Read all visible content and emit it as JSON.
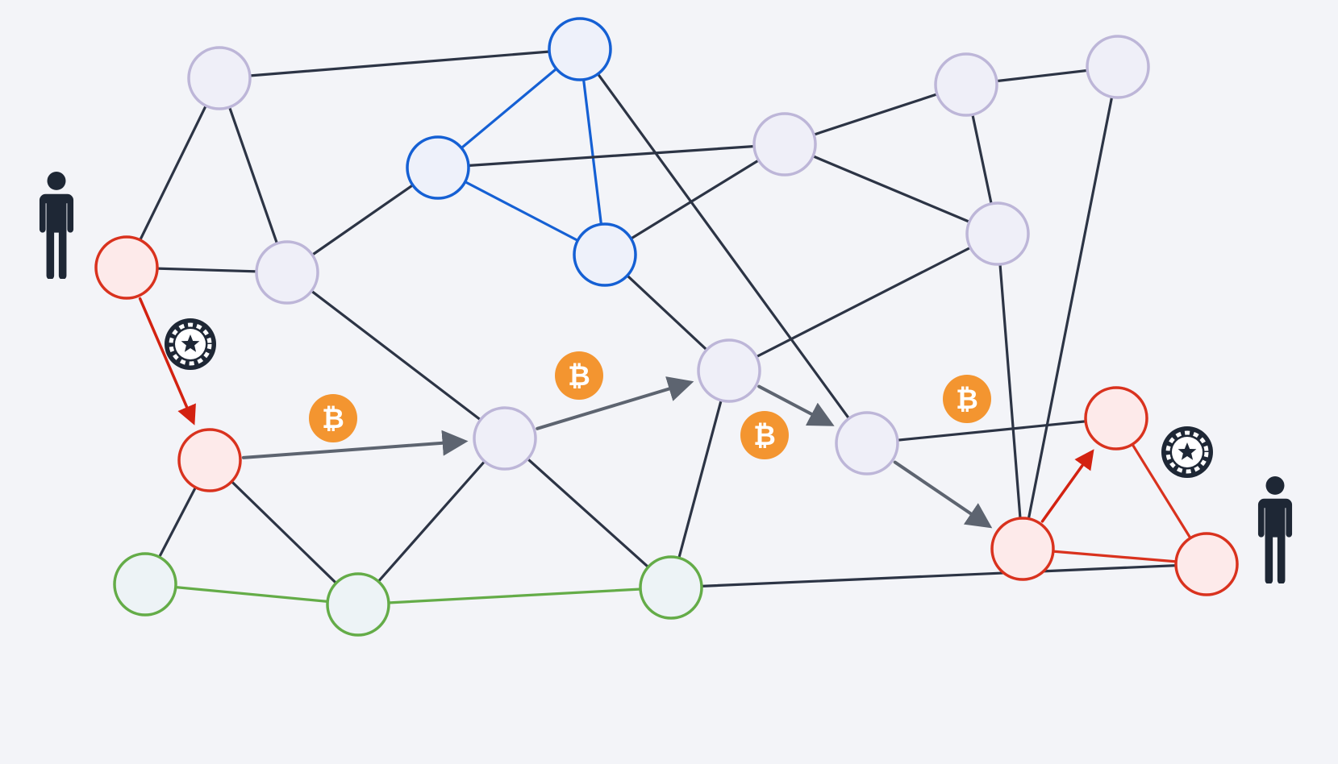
{
  "colors": {
    "background": "#f3f4f8",
    "edge_default": "#2c3445",
    "edge_blue": "#1560d4",
    "edge_green": "#64ac48",
    "edge_red": "#d9321e",
    "node_default_stroke": "#bdb6d8",
    "node_default_fill": "#efeff8",
    "node_blue_stroke": "#1560d4",
    "node_blue_fill": "#eef1fa",
    "node_red_stroke": "#d9321e",
    "node_red_fill": "#fdeaea",
    "node_green_stroke": "#64ac48",
    "node_green_fill": "#edf3f6",
    "payment_arrow": "#5d6470",
    "bitcoin": "#f39530",
    "person": "#1e2735"
  },
  "nodes": [
    {
      "id": "n1",
      "group": "default"
    },
    {
      "id": "n2",
      "group": "blue"
    },
    {
      "id": "n3",
      "group": "blue"
    },
    {
      "id": "n4",
      "group": "blue"
    },
    {
      "id": "n5",
      "group": "default"
    },
    {
      "id": "n6",
      "group": "default"
    },
    {
      "id": "n7",
      "group": "default"
    },
    {
      "id": "n8",
      "group": "default"
    },
    {
      "id": "n9",
      "group": "red"
    },
    {
      "id": "n10",
      "group": "default"
    },
    {
      "id": "n11",
      "group": "red"
    },
    {
      "id": "n12",
      "group": "default"
    },
    {
      "id": "n13",
      "group": "default"
    },
    {
      "id": "n14",
      "group": "default"
    },
    {
      "id": "n15",
      "group": "green"
    },
    {
      "id": "n16",
      "group": "green"
    },
    {
      "id": "n17",
      "group": "green"
    },
    {
      "id": "n18",
      "group": "red"
    },
    {
      "id": "n19",
      "group": "red"
    },
    {
      "id": "n20",
      "group": "red"
    }
  ],
  "edges": [
    {
      "from": "n1",
      "to": "n2",
      "group": "default"
    },
    {
      "from": "n1",
      "to": "n9",
      "group": "default"
    },
    {
      "from": "n1",
      "to": "n10",
      "group": "default"
    },
    {
      "from": "n2",
      "to": "n3",
      "group": "blue"
    },
    {
      "from": "n2",
      "to": "n4",
      "group": "blue"
    },
    {
      "from": "n2",
      "to": "n14",
      "group": "default"
    },
    {
      "from": "n3",
      "to": "n5",
      "group": "default"
    },
    {
      "from": "n3",
      "to": "n4",
      "group": "blue"
    },
    {
      "from": "n3",
      "to": "n10",
      "group": "default"
    },
    {
      "from": "n4",
      "to": "n5",
      "group": "default"
    },
    {
      "from": "n4",
      "to": "n13",
      "group": "default"
    },
    {
      "from": "n5",
      "to": "n8",
      "group": "default"
    },
    {
      "from": "n6",
      "to": "n7",
      "group": "default"
    },
    {
      "from": "n6",
      "to": "n5",
      "group": "default"
    },
    {
      "from": "n6",
      "to": "n8",
      "group": "default"
    },
    {
      "from": "n7",
      "to": "n19",
      "group": "default"
    },
    {
      "from": "n8",
      "to": "n13",
      "group": "default"
    },
    {
      "from": "n8",
      "to": "n19",
      "group": "default"
    },
    {
      "from": "n9",
      "to": "n10",
      "group": "default"
    },
    {
      "from": "n10",
      "to": "n12",
      "group": "default"
    },
    {
      "from": "n11",
      "to": "n15",
      "group": "default"
    },
    {
      "from": "n11",
      "to": "n16",
      "group": "default"
    },
    {
      "from": "n12",
      "to": "n16",
      "group": "default"
    },
    {
      "from": "n12",
      "to": "n17",
      "group": "default"
    },
    {
      "from": "n13",
      "to": "n17",
      "group": "default"
    },
    {
      "from": "n14",
      "to": "n18",
      "group": "default"
    },
    {
      "from": "n15",
      "to": "n16",
      "group": "green"
    },
    {
      "from": "n16",
      "to": "n17",
      "group": "green"
    },
    {
      "from": "n17",
      "to": "n20",
      "group": "default"
    },
    {
      "from": "n20",
      "to": "n19",
      "group": "red"
    },
    {
      "from": "n20",
      "to": "n18",
      "group": "red"
    }
  ],
  "payment_path": [
    "n9",
    "n11",
    "n12",
    "n13",
    "n14",
    "n19",
    "n18"
  ],
  "bitcoin_glyph": "₿",
  "icons": {
    "sender": "person-icon",
    "receiver": "person-icon",
    "poker_chip": "poker-chip-icon",
    "coin": "bitcoin-icon"
  }
}
